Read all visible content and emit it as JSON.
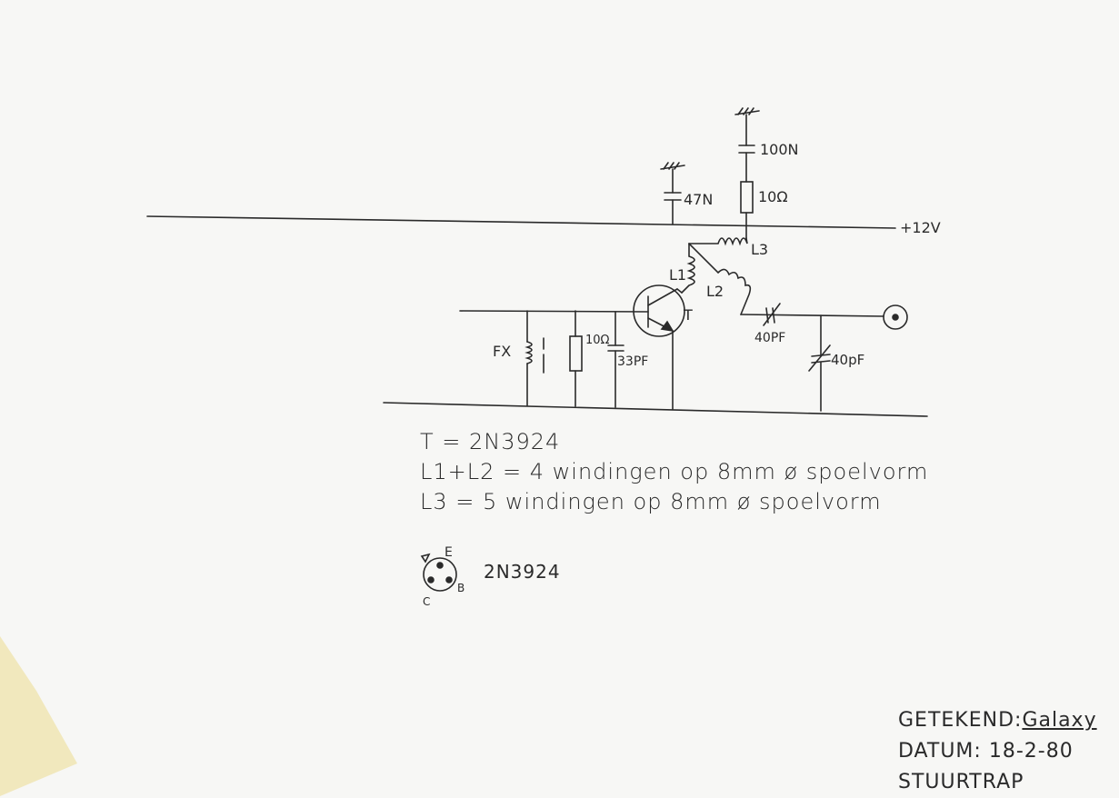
{
  "labels": {
    "c_decouple_top": "100N",
    "r_supply": "10Ω",
    "c_decouple_left": "47N",
    "supply": "+12V",
    "coil_l3": "L3",
    "coil_l1": "L1",
    "coil_l2": "L2",
    "transistor": "T",
    "crystal": "FX",
    "r_base": "10Ω",
    "c_base": "33PF",
    "trimmer_series": "40PF",
    "trimmer_shunt": "40pF"
  },
  "notes": {
    "line1": "T = 2N3924",
    "line2": "L1+L2 = 4 windingen op 8mm ø spoelvorm",
    "line3": "L3 = 5 windingen op 8mm ø spoelvorm"
  },
  "pinout": {
    "label": "2N3924",
    "pin_e": "E",
    "pin_b": "B",
    "pin_c": "C"
  },
  "titleblock": {
    "drawn_prefix": "GETEKEND:",
    "drawn_name": "Galaxy",
    "date_prefix": "DATUM:",
    "date": "18-2-80",
    "title": "STUURTRAP"
  },
  "colors": {
    "ink": "#2a2a2a",
    "paper": "#f7f7f5",
    "corner": "#f1e8bd"
  }
}
